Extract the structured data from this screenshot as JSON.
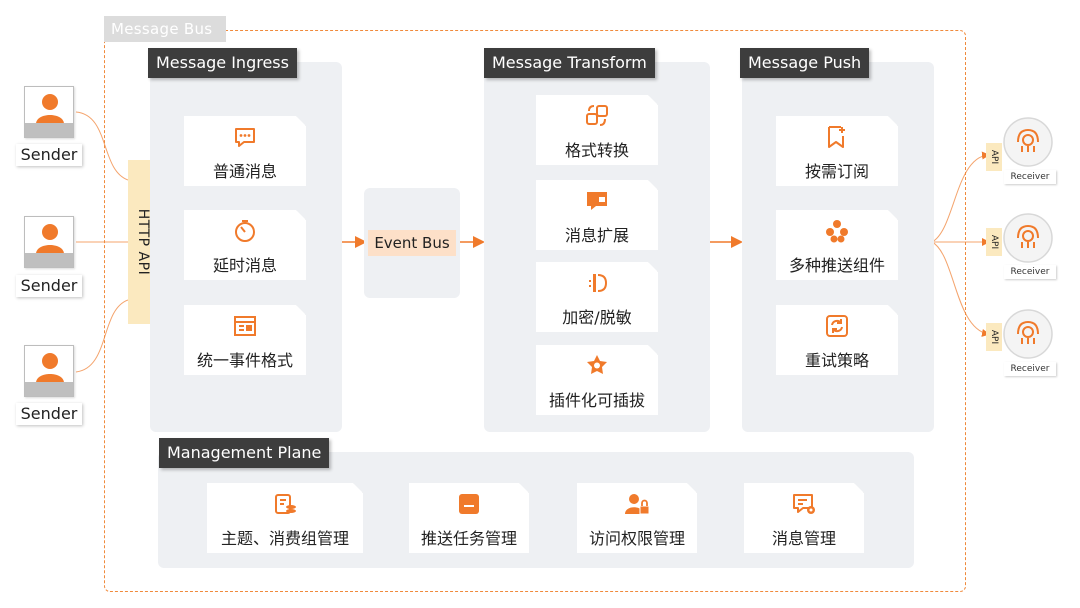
{
  "message_bus": {
    "label": "Message Bus"
  },
  "senders": [
    {
      "label": "Sender"
    },
    {
      "label": "Sender"
    },
    {
      "label": "Sender"
    }
  ],
  "http_api": {
    "label": "HTTP API"
  },
  "ingress": {
    "title": "Message Ingress",
    "items": [
      {
        "label": "普通消息",
        "icon": "chat-bubble-icon"
      },
      {
        "label": "延时消息",
        "icon": "timer-icon"
      },
      {
        "label": "统一事件格式",
        "icon": "document-format-icon"
      }
    ]
  },
  "event_bus": {
    "label": "Event Bus"
  },
  "transform": {
    "title": "Message Transform",
    "items": [
      {
        "label": "格式转换",
        "icon": "convert-icon"
      },
      {
        "label": "消息扩展",
        "icon": "message-extend-icon"
      },
      {
        "label": "加密/脱敏",
        "icon": "encrypt-icon"
      },
      {
        "label": "插件化可插拔",
        "icon": "plugin-icon"
      }
    ]
  },
  "push": {
    "title": "Message Push",
    "items": [
      {
        "label": "按需订阅",
        "icon": "bookmark-add-icon"
      },
      {
        "label": "多种推送组件",
        "icon": "components-icon"
      },
      {
        "label": "重试策略",
        "icon": "retry-icon"
      }
    ]
  },
  "receivers": [
    {
      "api": "API",
      "label": "Receiver"
    },
    {
      "api": "API",
      "label": "Receiver"
    },
    {
      "api": "API",
      "label": "Receiver"
    }
  ],
  "management": {
    "title": "Management Plane",
    "items": [
      {
        "label": "主题、消费组管理",
        "icon": "topic-group-icon"
      },
      {
        "label": "推送任务管理",
        "icon": "push-task-icon"
      },
      {
        "label": "访问权限管理",
        "icon": "user-lock-icon"
      },
      {
        "label": "消息管理",
        "icon": "message-manage-icon"
      }
    ]
  },
  "colors": {
    "accent": "#f07a2b",
    "border": "#f08a3c",
    "panel": "#eef0f3",
    "title_bg": "#3d3d3d",
    "api_bg": "#fbe9bf",
    "event_bus_bg": "#fde0c8"
  }
}
